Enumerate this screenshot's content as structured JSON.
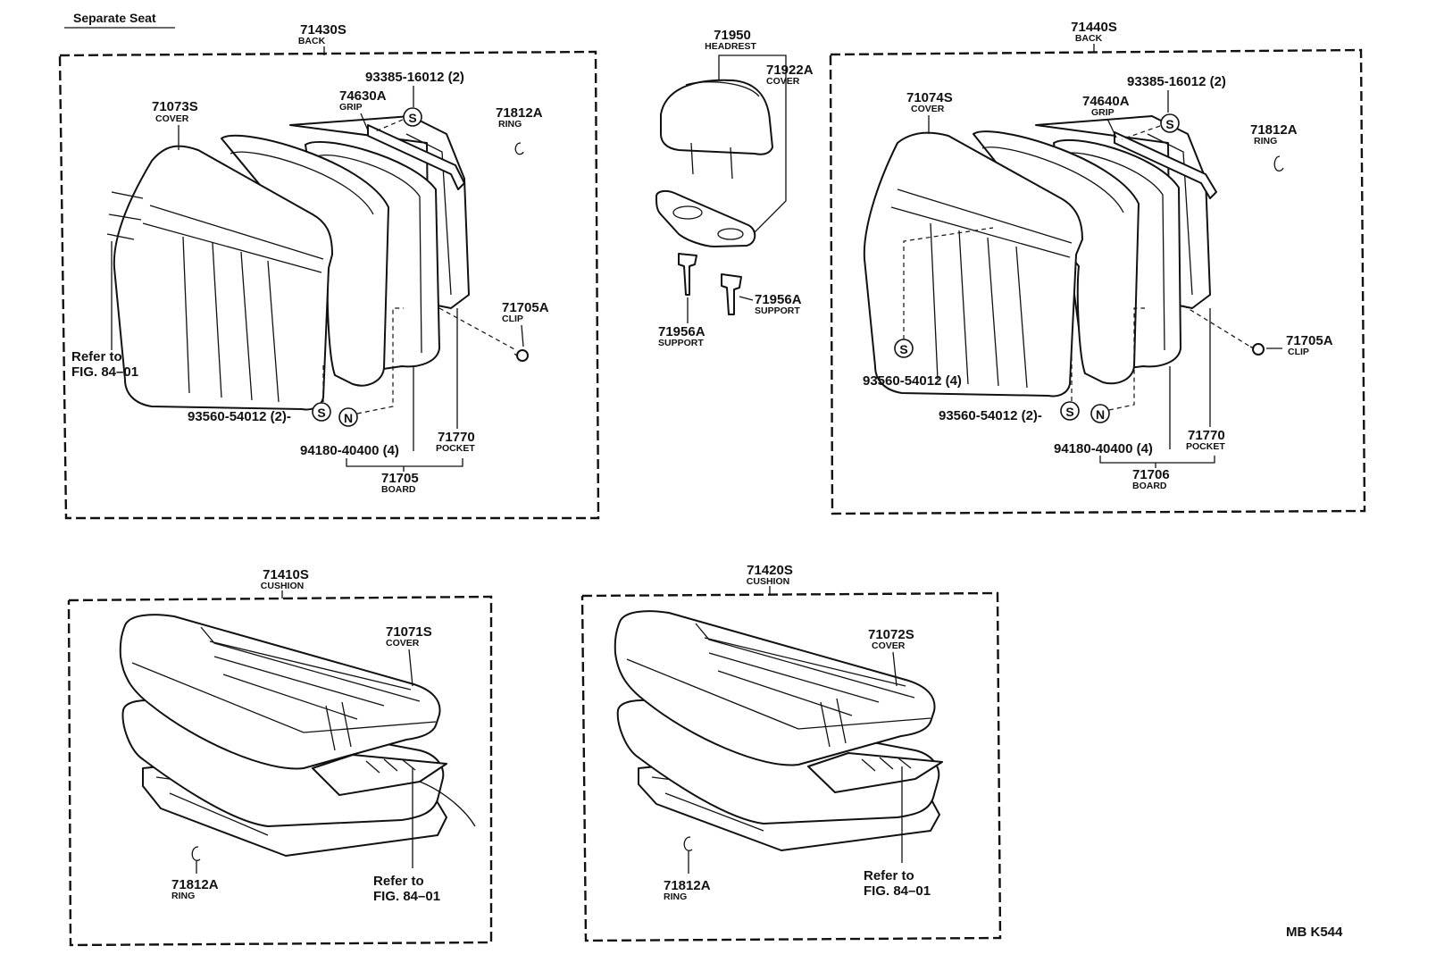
{
  "title": "Separate Seat",
  "code": "MB K544",
  "symbols": {
    "s": "S",
    "n": "N"
  },
  "back_left": {
    "assy": {
      "part": "71430S",
      "label": "BACK"
    },
    "cover": {
      "part": "71073S",
      "label": "COVER"
    },
    "grip": {
      "part": "74630A",
      "label": "GRIP"
    },
    "screw": {
      "part": "93385-16012 (2)"
    },
    "ring": {
      "part": "71812A",
      "label": "RING"
    },
    "clip": {
      "part": "71705A",
      "label": "CLIP"
    },
    "refer": {
      "line1": "Refer to",
      "line2": "FIG. 84–01"
    },
    "screw2": {
      "part": "93560-54012 (2)-"
    },
    "nut": {
      "part": "94180-40400 (4)"
    },
    "pocket": {
      "part": "71770",
      "label": "POCKET"
    },
    "board": {
      "part": "71705",
      "label": "BOARD"
    }
  },
  "headrest": {
    "assy": {
      "part": "71950",
      "label": "HEADREST"
    },
    "cover": {
      "part": "71922A",
      "label": "COVER"
    },
    "support_right": {
      "part": "71956A",
      "label": "SUPPORT"
    },
    "support_left": {
      "part": "71956A",
      "label": "SUPPORT"
    }
  },
  "back_right": {
    "assy": {
      "part": "71440S",
      "label": "BACK"
    },
    "cover": {
      "part": "71074S",
      "label": "COVER"
    },
    "grip": {
      "part": "74640A",
      "label": "GRIP"
    },
    "screw": {
      "part": "93385-16012 (2)"
    },
    "ring": {
      "part": "71812A",
      "label": "RING"
    },
    "clip": {
      "part": "71705A",
      "label": "CLIP"
    },
    "screw_a": {
      "part": "93560-54012 (4)"
    },
    "screw_b": {
      "part": "93560-54012 (2)-"
    },
    "nut": {
      "part": "94180-40400 (4)"
    },
    "pocket": {
      "part": "71770",
      "label": "POCKET"
    },
    "board": {
      "part": "71706",
      "label": "BOARD"
    }
  },
  "cushion_left": {
    "assy": {
      "part": "71410S",
      "label": "CUSHION"
    },
    "cover": {
      "part": "71071S",
      "label": "COVER"
    },
    "ring": {
      "part": "71812A",
      "label": "RING"
    },
    "refer": {
      "line1": "Refer to",
      "line2": "FIG. 84–01"
    }
  },
  "cushion_right": {
    "assy": {
      "part": "71420S",
      "label": "CUSHION"
    },
    "cover": {
      "part": "71072S",
      "label": "COVER"
    },
    "ring": {
      "part": "71812A",
      "label": "RING"
    },
    "refer": {
      "line1": "Refer to",
      "line2": "FIG. 84–01"
    }
  }
}
